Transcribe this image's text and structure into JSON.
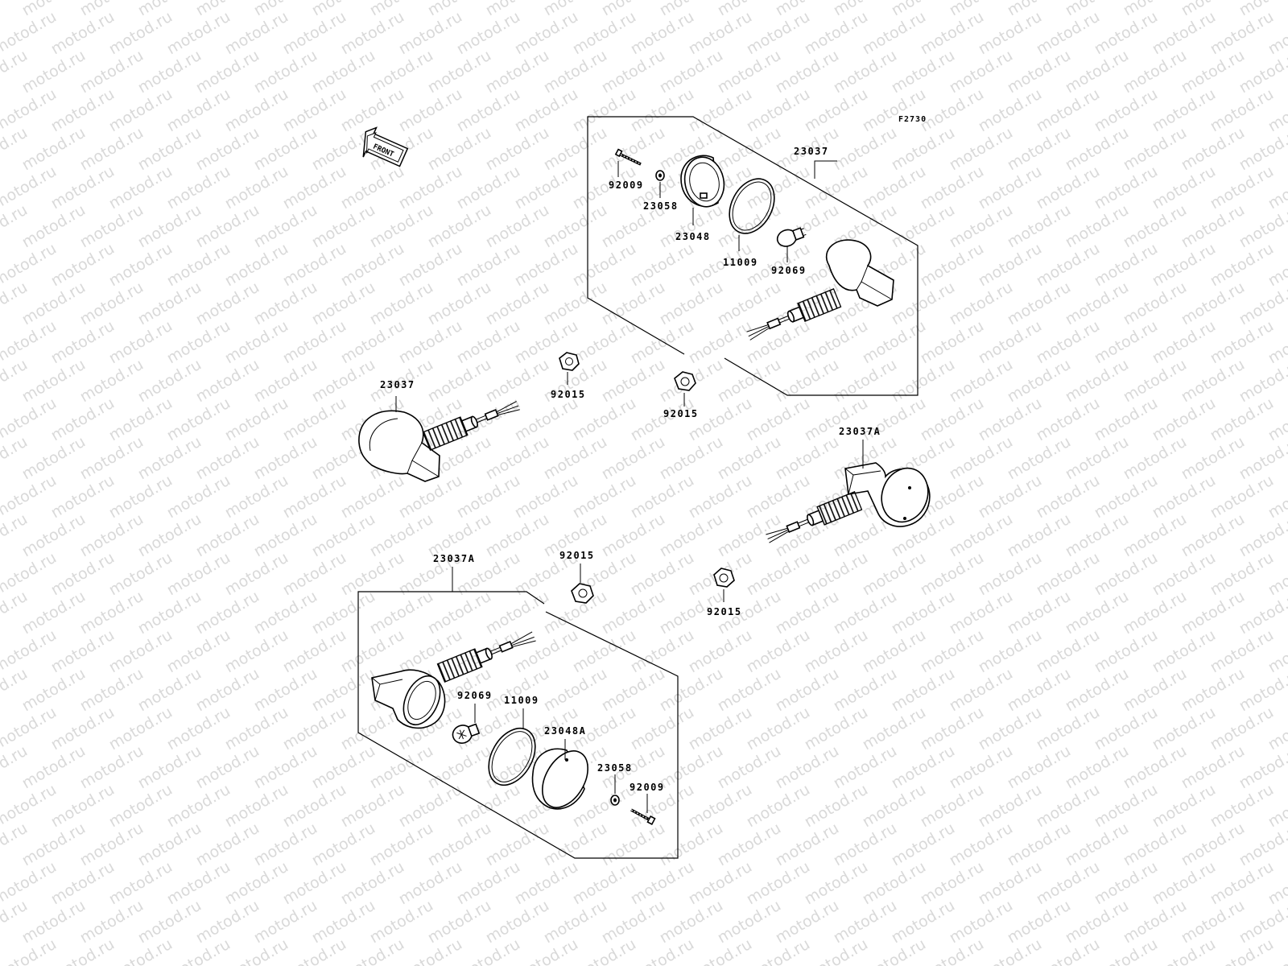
{
  "watermark": "motod.ru",
  "figure_code": "F2730",
  "front_label": "FRONT",
  "labels": {
    "top_turn_signal": "23037",
    "top_bolt": "92009",
    "top_washer": "23058",
    "top_lens": "23048",
    "top_gasket": "11009",
    "top_bulb": "92069",
    "top_nut": "92015",
    "left_turn_signal": "23037",
    "left_nut": "92015",
    "right_turn_signal": "23037A",
    "right_nut": "92015",
    "bottom_turn_signal": "23037A",
    "bottom_nut": "92015",
    "bottom_bulb": "92069",
    "bottom_gasket": "11009",
    "bottom_lens": "23048A",
    "bottom_washer": "23058",
    "bottom_bolt": "92009"
  }
}
